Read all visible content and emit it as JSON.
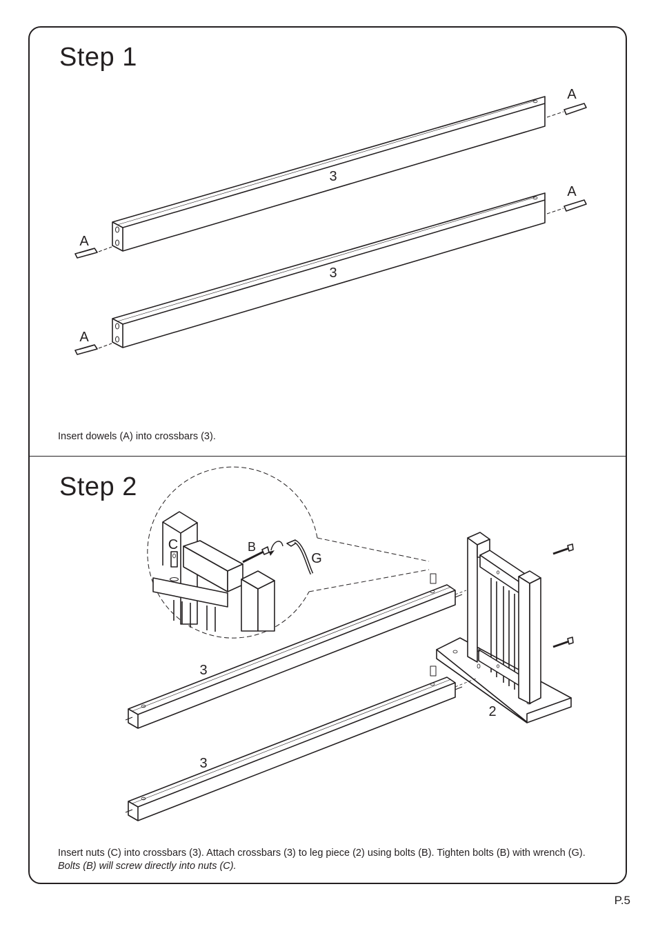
{
  "step1": {
    "title": "Step  1",
    "labels": {
      "dowel": "A",
      "crossbar": "3"
    },
    "caption": "Insert dowels (A) into crossbars (3)."
  },
  "step2": {
    "title": "Step  2",
    "labels": {
      "nut": "C",
      "bolt": "B",
      "wrench": "G",
      "crossbar": "3",
      "leg": "2"
    },
    "caption_main": "Insert nuts (C) into crossbars (3). Attach crossbars (3) to leg piece (2) using bolts (B). Tighten bolts (B) with wrench (G). ",
    "caption_note": "Bolts (B) will screw directly into nuts (C)."
  },
  "page": {
    "number": "P.5"
  },
  "colors": {
    "ink": "#231f20",
    "paper": "#ffffff"
  }
}
